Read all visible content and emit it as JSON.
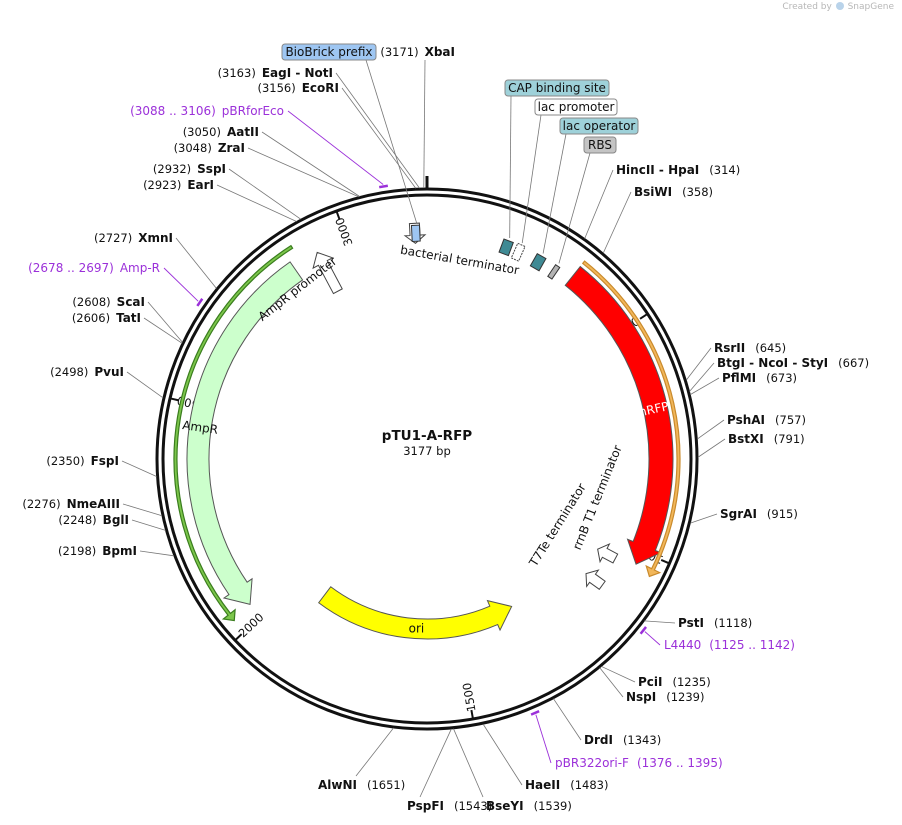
{
  "credit": {
    "prefix": "Created by",
    "brand": "SnapGene"
  },
  "plasmid": {
    "name": "pTU1-A-RFP",
    "length_text": "3177 bp",
    "length": 3177
  },
  "ticks": [
    {
      "bp": 500,
      "label": "500"
    },
    {
      "bp": 1000,
      "label": "1000"
    },
    {
      "bp": 1500,
      "label": "1500"
    },
    {
      "bp": 2000,
      "label": "2000"
    },
    {
      "bp": 2500,
      "label": "2500"
    },
    {
      "bp": 3000,
      "label": "3000"
    }
  ],
  "arc_features": [
    {
      "id": "mrfp1",
      "label": "mRFP1",
      "start": 340,
      "end": 1030,
      "lane": "inner1",
      "color": "#ff0000",
      "dir": 1
    },
    {
      "id": "ampr",
      "label": "AmpR",
      "start": 2035,
      "end": 2870,
      "lane": "inner2",
      "color": "#ccffcc",
      "dir": -1
    },
    {
      "id": "ori",
      "label": "ori",
      "start": 1325,
      "end": 1915,
      "lane": "inner3",
      "color": "#ffff00",
      "dir": -1
    },
    {
      "id": "ampr-orf",
      "label": "",
      "start": 2030,
      "end": 2890,
      "lane": "outer",
      "color": "#7cc64b",
      "dir": -1
    },
    {
      "id": "rfp-orf",
      "label": "",
      "start": 340,
      "end": 1040,
      "lane": "outer",
      "color": "#f2b75a",
      "dir": 1
    }
  ],
  "small_features": [
    {
      "id": "ampr-promoter",
      "label": "AmpR promoter",
      "bp": 2930,
      "type": "promoter"
    },
    {
      "id": "bacterial-terminator",
      "label": "bacterial terminator",
      "bp": 3150,
      "type": "terminator"
    },
    {
      "id": "biobrick-prefix",
      "label": "BioBrick prefix",
      "bp": 3152,
      "type": "misc"
    },
    {
      "id": "cap-site",
      "label": "CAP binding site",
      "bp": 181,
      "type": "protein_bind"
    },
    {
      "id": "lac-promoter",
      "label": "lac promoter",
      "bp": 210,
      "type": "promoter"
    },
    {
      "id": "lac-operator",
      "label": "lac operator",
      "bp": 260,
      "type": "protein_bind"
    },
    {
      "id": "rbs",
      "label": "RBS",
      "bp": 300,
      "type": "rbs"
    },
    {
      "id": "rrnb-t1",
      "label": "rrnB T1 terminator",
      "bp": 1040,
      "type": "terminator"
    },
    {
      "id": "t7te",
      "label": "T7Te terminator",
      "bp": 1110,
      "type": "terminator"
    }
  ],
  "feature_boxes": [
    {
      "id": "biobrick",
      "label": "BioBrick prefix",
      "fill": "#9ec6f2",
      "bp": 3155
    },
    {
      "id": "cap",
      "label": "CAP binding site",
      "fill": "#9ed1d9",
      "bp": 181
    },
    {
      "id": "lacp",
      "label": "lac promoter",
      "fill": "#ffffff",
      "bp": 210
    },
    {
      "id": "laco",
      "label": "lac operator",
      "fill": "#9ed1d9",
      "bp": 260
    },
    {
      "id": "rbs",
      "label": "RBS",
      "fill": "#c4c4c4",
      "bp": 300
    }
  ],
  "sites": [
    {
      "name": "XbaI",
      "pos": "(3171)",
      "bp": 3171
    },
    {
      "name": "EagI  -  NotI",
      "pos": "(3163)",
      "bp": 3163
    },
    {
      "name": "EcoRI",
      "pos": "(3156)",
      "bp": 3156
    },
    {
      "name": "AatII",
      "pos": "(3050)",
      "bp": 3050
    },
    {
      "name": "ZraI",
      "pos": "(3048)",
      "bp": 3048
    },
    {
      "name": "SspI",
      "pos": "(2932)",
      "bp": 2932
    },
    {
      "name": "EarI",
      "pos": "(2923)",
      "bp": 2923
    },
    {
      "name": "XmnI",
      "pos": "(2727)",
      "bp": 2727
    },
    {
      "name": "ScaI",
      "pos": "(2608)",
      "bp": 2608
    },
    {
      "name": "TatI",
      "pos": "(2606)",
      "bp": 2606
    },
    {
      "name": "PvuI",
      "pos": "(2498)",
      "bp": 2498
    },
    {
      "name": "FspI",
      "pos": "(2350)",
      "bp": 2350
    },
    {
      "name": "NmeAIII",
      "pos": "(2276)",
      "bp": 2276
    },
    {
      "name": "BglI",
      "pos": "(2248)",
      "bp": 2248
    },
    {
      "name": "BpmI",
      "pos": "(2198)",
      "bp": 2198
    },
    {
      "name": "HincII  -  HpaI",
      "pos": "(314)",
      "bp": 314
    },
    {
      "name": "BsiWI",
      "pos": "(358)",
      "bp": 358
    },
    {
      "name": "RsrII",
      "pos": "(645)",
      "bp": 645
    },
    {
      "name": "BtgI  -  NcoI  -  StyI",
      "pos": "(667)",
      "bp": 667
    },
    {
      "name": "PflMI",
      "pos": "(673)",
      "bp": 673
    },
    {
      "name": "PshAI",
      "pos": "(757)",
      "bp": 757
    },
    {
      "name": "BstXI",
      "pos": "(791)",
      "bp": 791
    },
    {
      "name": "SgrAI",
      "pos": "(915)",
      "bp": 915
    },
    {
      "name": "PstI",
      "pos": "(1118)",
      "bp": 1118
    },
    {
      "name": "PciI",
      "pos": "(1235)",
      "bp": 1235
    },
    {
      "name": "NspI",
      "pos": "(1239)",
      "bp": 1239
    },
    {
      "name": "DrdI",
      "pos": "(1343)",
      "bp": 1343
    },
    {
      "name": "HaeII",
      "pos": "(1483)",
      "bp": 1483
    },
    {
      "name": "BseYI",
      "pos": "(1539)",
      "bp": 1539
    },
    {
      "name": "PspFI",
      "pos": "(1543)",
      "bp": 1543
    },
    {
      "name": "AlwNI",
      "pos": "(1651)",
      "bp": 1651
    }
  ],
  "primers": [
    {
      "name": "pBRforEco",
      "range": "(3088 .. 3106)",
      "bp": 3097
    },
    {
      "name": "Amp-R",
      "range": "(2678 .. 2697)",
      "bp": 2688
    },
    {
      "name": "L4440",
      "range": "(1125 .. 1142)",
      "bp": 1133
    },
    {
      "name": "pBR322ori-F",
      "range": "(1376 .. 1395)",
      "bp": 1385
    }
  ],
  "colors": {
    "backbone": "#111111",
    "primer": "#9b30d9",
    "label_line": "#777777"
  }
}
